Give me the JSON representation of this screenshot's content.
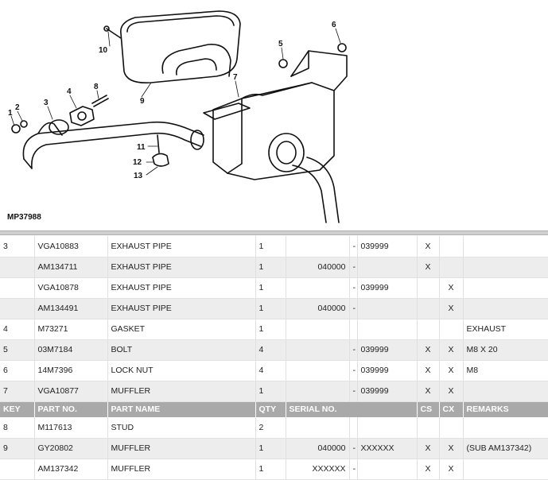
{
  "figure": {
    "code": "MP37988",
    "callouts": [
      "1",
      "2",
      "3",
      "4",
      "5",
      "6",
      "7",
      "8",
      "9",
      "10",
      "11",
      "12",
      "13"
    ]
  },
  "columns": [
    "KEY",
    "PART NO.",
    "PART NAME",
    "QTY",
    "SERIAL NO.",
    "CS",
    "CX",
    "REMARKS"
  ],
  "rows_before": [
    {
      "key": "3",
      "part_no": "VGA10883",
      "part_name": "EXHAUST PIPE",
      "qty": "1",
      "serial_from": "",
      "dash": "-",
      "serial_to": "039999",
      "cs": "X",
      "cx": "",
      "remarks": ""
    },
    {
      "key": "",
      "part_no": "AM134711",
      "part_name": "EXHAUST PIPE",
      "qty": "1",
      "serial_from": "040000",
      "dash": "-",
      "serial_to": "",
      "cs": "X",
      "cx": "",
      "remarks": ""
    },
    {
      "key": "",
      "part_no": "VGA10878",
      "part_name": "EXHAUST PIPE",
      "qty": "1",
      "serial_from": "",
      "dash": "-",
      "serial_to": "039999",
      "cs": "",
      "cx": "X",
      "remarks": ""
    },
    {
      "key": "",
      "part_no": "AM134491",
      "part_name": "EXHAUST PIPE",
      "qty": "1",
      "serial_from": "040000",
      "dash": "-",
      "serial_to": "",
      "cs": "",
      "cx": "X",
      "remarks": ""
    },
    {
      "key": "4",
      "part_no": "M73271",
      "part_name": "GASKET",
      "qty": "1",
      "serial_from": "",
      "dash": "",
      "serial_to": "",
      "cs": "",
      "cx": "",
      "remarks": "EXHAUST"
    },
    {
      "key": "5",
      "part_no": "03M7184",
      "part_name": "BOLT",
      "qty": "4",
      "serial_from": "",
      "dash": "-",
      "serial_to": "039999",
      "cs": "X",
      "cx": "X",
      "remarks": "M8 X 20"
    },
    {
      "key": "6",
      "part_no": "14M7396",
      "part_name": "LOCK NUT",
      "qty": "4",
      "serial_from": "",
      "dash": "-",
      "serial_to": "039999",
      "cs": "X",
      "cx": "X",
      "remarks": "M8"
    },
    {
      "key": "7",
      "part_no": "VGA10877",
      "part_name": "MUFFLER",
      "qty": "1",
      "serial_from": "",
      "dash": "-",
      "serial_to": "039999",
      "cs": "X",
      "cx": "X",
      "remarks": ""
    }
  ],
  "rows_after": [
    {
      "key": "8",
      "part_no": "M117613",
      "part_name": "STUD",
      "qty": "2",
      "serial_from": "",
      "dash": "",
      "serial_to": "",
      "cs": "",
      "cx": "",
      "remarks": ""
    },
    {
      "key": "9",
      "part_no": "GY20802",
      "part_name": "MUFFLER",
      "qty": "1",
      "serial_from": "040000",
      "dash": "-",
      "serial_to": "XXXXXX",
      "cs": "X",
      "cx": "X",
      "remarks": "(SUB AM137342)"
    },
    {
      "key": "",
      "part_no": "AM137342",
      "part_name": "MUFFLER",
      "qty": "1",
      "serial_from": "XXXXXX",
      "dash": "-",
      "serial_to": "",
      "cs": "X",
      "cx": "X",
      "remarks": ""
    }
  ]
}
